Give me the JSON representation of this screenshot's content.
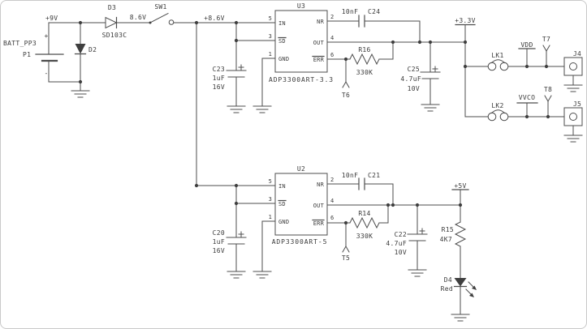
{
  "colors": {
    "wire": "#4d4d4d",
    "text": "#3b3b3b",
    "background": "#ffffff"
  },
  "battery": {
    "name": "BATT_PP3",
    "ref": "P1",
    "voltage": "+9V",
    "plus": "+",
    "minus": "-"
  },
  "input": {
    "d2_ref": "D2",
    "d3_ref": "D3",
    "d3_part": "SD103C",
    "post_diode_voltage": "8.6V",
    "switch_ref": "SW1",
    "post_switch_voltage": "+8.6V"
  },
  "u3": {
    "ref": "U3",
    "part": "ADP3300ART-3.3",
    "pin5": "5",
    "pin3": "3",
    "pin1": "1",
    "pin2": "2",
    "pin4": "4",
    "pin6": "6",
    "in": "IN",
    "sd": "SD",
    "gnd": "GND",
    "nr": "NR",
    "out": "OUT",
    "err": "ERR"
  },
  "u2": {
    "ref": "U2",
    "part": "ADP3300ART-5",
    "pin5": "5",
    "pin3": "3",
    "pin1": "1",
    "pin2": "2",
    "pin4": "4",
    "pin6": "6",
    "in": "IN",
    "sd": "SD",
    "gnd": "GND",
    "nr": "NR",
    "out": "OUT",
    "err": "ERR"
  },
  "caps": {
    "c23_ref": "C23",
    "c23_val": "1uF",
    "c23_rating": "16V",
    "c24_val": "10nF",
    "c24_ref": "C24",
    "c25_ref": "C25",
    "c25_val": "4.7uF",
    "c25_rating": "10V",
    "c20_ref": "C20",
    "c20_val": "1uF",
    "c20_rating": "16V",
    "c21_val": "10nF",
    "c21_ref": "C21",
    "c22_ref": "C22",
    "c22_val": "4.7uF",
    "c22_rating": "10V"
  },
  "resistors": {
    "r16_ref": "R16",
    "r16_val": "330K",
    "r14_ref": "R14",
    "r14_val": "330K",
    "r15_ref": "R15",
    "r15_val": "4K7"
  },
  "led": {
    "ref": "D4",
    "color_label": "Red"
  },
  "rails": {
    "v33": "+3.3V",
    "v5": "+5V"
  },
  "test_points": {
    "t5": "T5",
    "t6": "T6",
    "t7": "T7",
    "t8": "T8"
  },
  "links": {
    "lk1": "LK1",
    "lk2": "LK2"
  },
  "nets": {
    "vdd": "VDD",
    "vvco": "VVCO"
  },
  "connectors": {
    "j4": "J4",
    "j5": "J5"
  }
}
